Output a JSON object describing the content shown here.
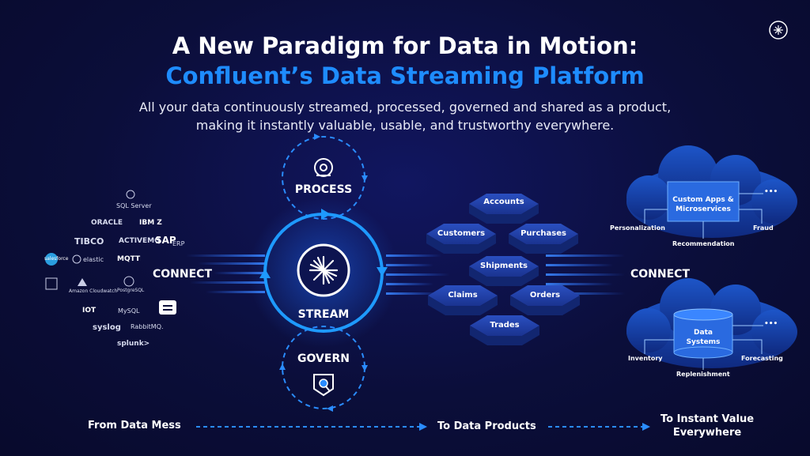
{
  "header": {
    "title_line1": "A New Paradigm for Data in Motion:",
    "title_line2": "Confluent’s Data Streaming Platform",
    "subtitle_line1": "All your data continuously streamed, processed, governed and shared as a product,",
    "subtitle_line2": "making it instantly valuable, usable, and trustworthy everywhere."
  },
  "center": {
    "process_label": "PROCESS",
    "stream_label": "STREAM",
    "govern_label": "GOVERN"
  },
  "connect": {
    "left_label": "CONNECT",
    "right_label": "CONNECT"
  },
  "sources": [
    {
      "label": "SQL Server"
    },
    {
      "label": "ORACLE"
    },
    {
      "label": "IBM Z"
    },
    {
      "label": "TIBCO"
    },
    {
      "label": "ACTIVEMQ"
    },
    {
      "label": "SAP"
    },
    {
      "label": "ERP"
    },
    {
      "label": "salesforce"
    },
    {
      "label": "elastic"
    },
    {
      "label": "MQTT"
    },
    {
      "label": "Amazon Cloudwatch"
    },
    {
      "label": "PostgreSQL"
    },
    {
      "label": "IOT"
    },
    {
      "label": "MySQL"
    },
    {
      "label": "syslog"
    },
    {
      "label": "RabbitMQ."
    },
    {
      "label": "splunk>"
    }
  ],
  "products": [
    "Accounts",
    "Customers",
    "Purchases",
    "Shipments",
    "Claims",
    "Orders",
    "Trades"
  ],
  "apps_cloud": {
    "title_line1": "Custom Apps &",
    "title_line2": "Microservices",
    "leaves": [
      "Personalization",
      "Recommendation",
      "Fraud"
    ],
    "more": "•••"
  },
  "data_cloud": {
    "title_line1": "Data",
    "title_line2": "Systems",
    "leaves": [
      "Inventory",
      "Replenishment",
      "Forecasting"
    ],
    "more": "•••"
  },
  "bottom": {
    "from": "From Data Mess",
    "to": "To Data Products",
    "value_line1": "To Instant Value",
    "value_line2": "Everywhere"
  },
  "colors": {
    "accent": "#1e8cff",
    "background": "#0b0e3a",
    "hex": "#1a3a9a"
  },
  "icons": [
    "confluent-corner-logo-icon",
    "process-icon",
    "confluent-logo-icon",
    "govern-icon"
  ]
}
